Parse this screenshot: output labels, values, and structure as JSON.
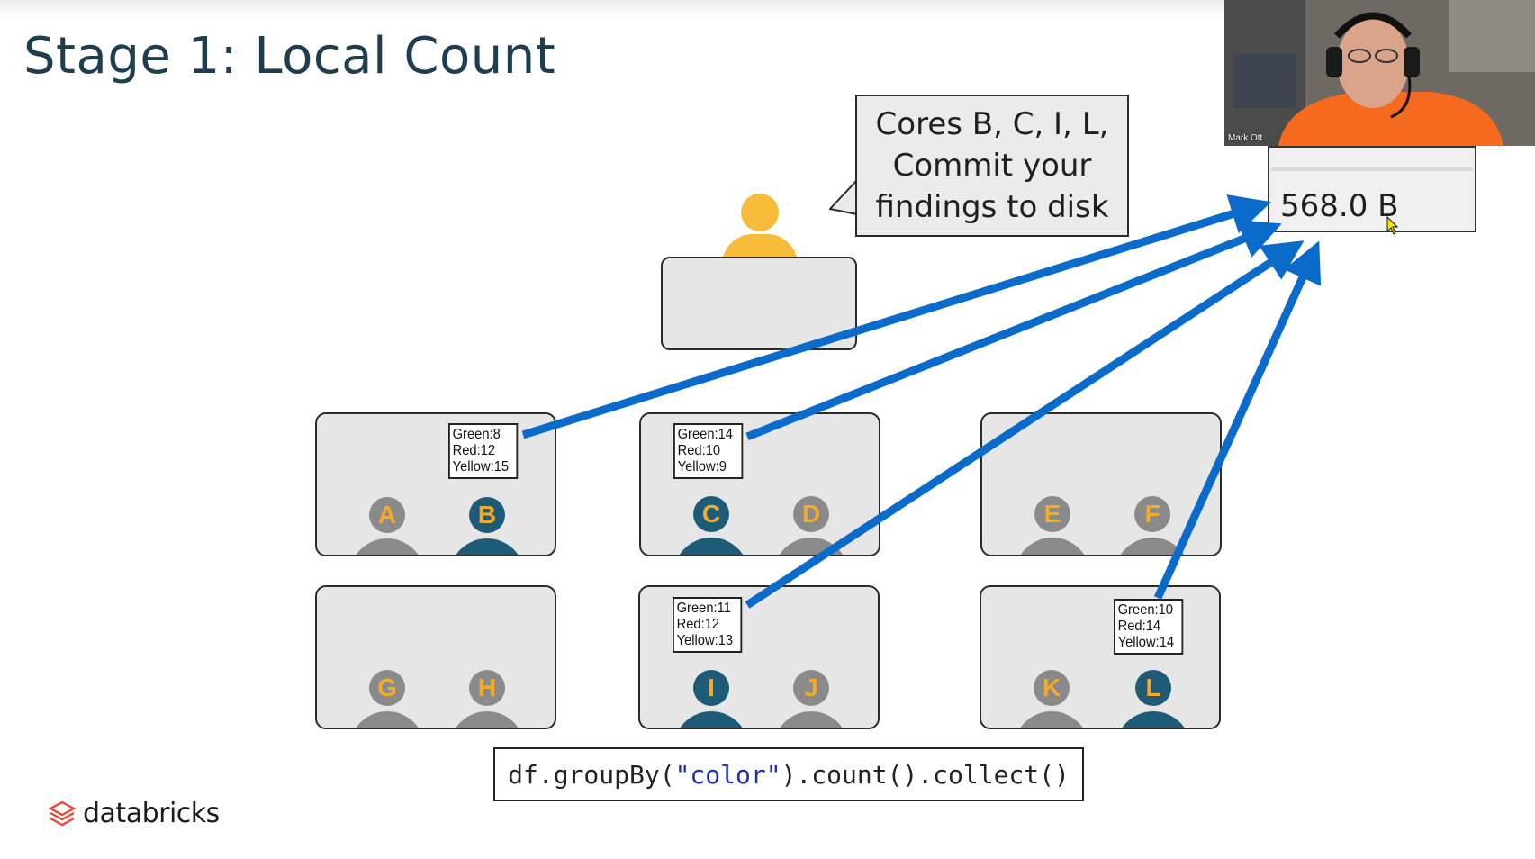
{
  "slide": {
    "title": "Stage 1: Local Count",
    "bubble_lines": [
      "Cores B, C, I, L,",
      "Commit your",
      "findings to disk"
    ],
    "code": {
      "prefix": "df.groupBy(",
      "string": "\"color\"",
      "suffix": ").count().collect()"
    },
    "logo_text": "databricks"
  },
  "executors": [
    {
      "cores": [
        {
          "label": "A",
          "state": "idle"
        },
        {
          "label": "B",
          "state": "active"
        }
      ],
      "counts": [
        "Green:8",
        "Red:12",
        "Yellow:15"
      ]
    },
    {
      "cores": [
        {
          "label": "C",
          "state": "active"
        },
        {
          "label": "D",
          "state": "idle"
        }
      ],
      "counts": [
        "Green:14",
        "Red:10",
        "Yellow:9"
      ]
    },
    {
      "cores": [
        {
          "label": "E",
          "state": "idle"
        },
        {
          "label": "F",
          "state": "idle"
        }
      ],
      "counts": []
    },
    {
      "cores": [
        {
          "label": "G",
          "state": "idle"
        },
        {
          "label": "H",
          "state": "idle"
        }
      ],
      "counts": []
    },
    {
      "cores": [
        {
          "label": "I",
          "state": "active"
        },
        {
          "label": "J",
          "state": "idle"
        }
      ],
      "counts": [
        "Green:11",
        "Red:12",
        "Yellow:13"
      ]
    },
    {
      "cores": [
        {
          "label": "K",
          "state": "idle"
        },
        {
          "label": "L",
          "state": "active"
        }
      ],
      "counts": [
        "Green:10",
        "Red:14",
        "Yellow:14"
      ]
    }
  ],
  "storage_popup": {
    "value": "568.0 B"
  },
  "webcam": {
    "participant_name": "Mark Ott"
  },
  "colors": {
    "title": "#1e3d4d",
    "arrow": "#0b6bcb",
    "driver": "#f7bc39",
    "core_active": "#1d5b76",
    "core_idle": "#8a8a8a",
    "core_letter": "#f7a928"
  }
}
